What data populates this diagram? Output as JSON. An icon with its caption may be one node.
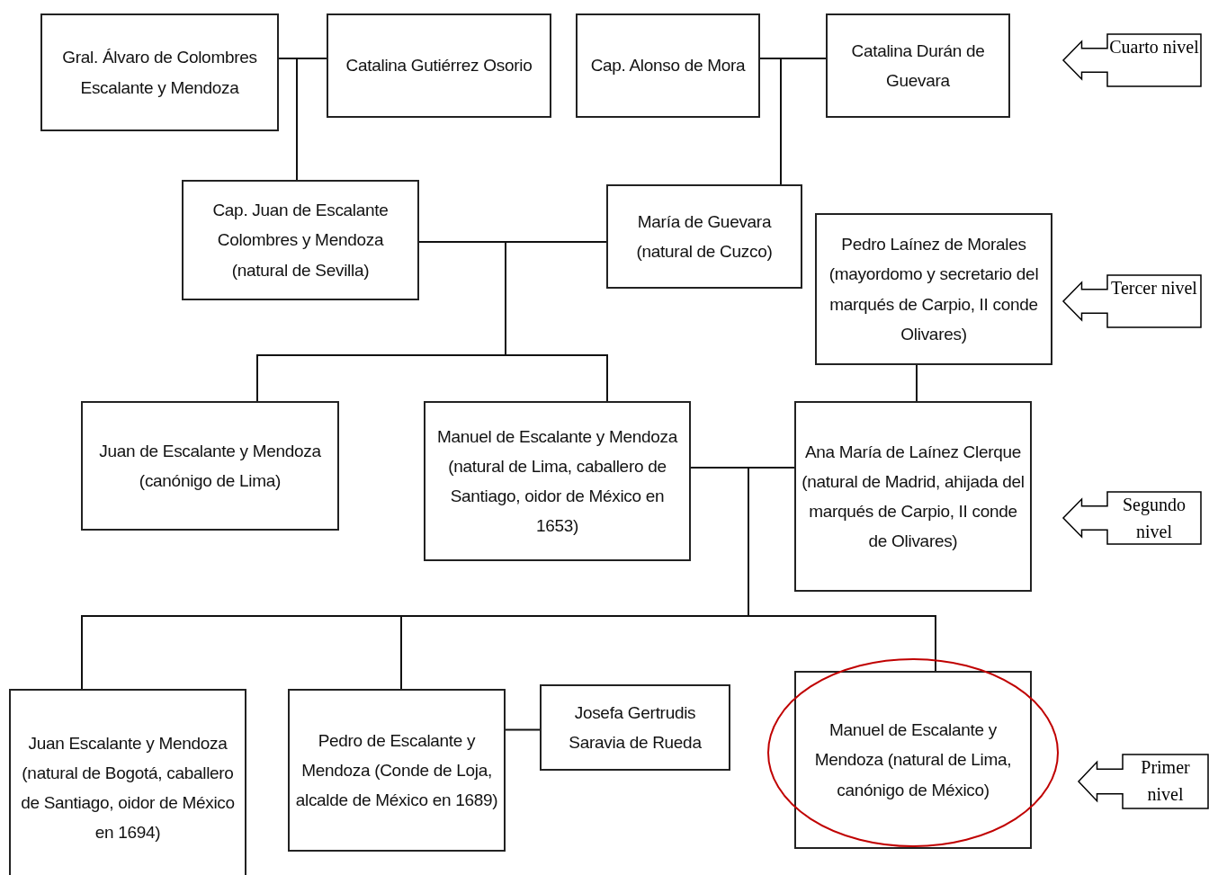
{
  "diagram": {
    "nodes": [
      {
        "text": [
          "Gral. Álvaro de Colombres Escalante y Mendoza"
        ]
      },
      {
        "text": [
          "Catalina Gutiérrez Osorio"
        ]
      },
      {
        "text": [
          "Cap. Alonso de Mora"
        ]
      },
      {
        "text": [
          "Catalina Durán de Guevara"
        ]
      },
      {
        "text": [
          "Cap. Juan de Escalante Colombres y Mendoza (natural de Sevilla)"
        ]
      },
      {
        "text": [
          "María de Guevara (natural de Cuzco)"
        ]
      },
      {
        "text": [
          "Pedro Laínez de Morales (mayordomo y secretario del marqués de Carpio, II conde Olivares)"
        ]
      },
      {
        "text": [
          "Juan de Escalante y Mendoza (canónigo de Lima)"
        ]
      },
      {
        "text": [
          "Manuel de Escalante y Mendoza (natural de Lima, caballero de Santiago, oidor de México en 1653)"
        ]
      },
      {
        "text": [
          "Ana María de Laínez Clerque (natural de Madrid, ahijada del marqués de Carpio, II conde de Olivares)"
        ]
      },
      {
        "text": [
          "Juan Escalante y Mendoza (natural de Bogotá, caballero de Santiago, oidor de México en 1694)"
        ]
      },
      {
        "text": [
          "Pedro de Escalante y Mendoza (Conde de Loja, alcalde de México en 1689)"
        ]
      },
      {
        "text": [
          "Josefa Gertrudis Saravia de Rueda"
        ]
      },
      {
        "text": [
          "Manuel de Escalante y Mendoza (natural de Lima, canónigo de México)"
        ]
      },
      {
        "text": [
          "Cuarto nivel"
        ]
      },
      {
        "text": [
          "Tercer nivel"
        ]
      },
      {
        "text": [
          "Segundo nivel"
        ]
      },
      {
        "text": [
          "Primer nivel"
        ]
      }
    ],
    "edges": [
      {
        "from": 0,
        "to": 4,
        "arrow": "none"
      },
      {
        "from": 1,
        "to": 4,
        "arrow": "none"
      },
      {
        "from": 2,
        "to": 5,
        "arrow": "none"
      },
      {
        "from": 3,
        "to": 5,
        "arrow": "none"
      },
      {
        "from": 4,
        "to": 7,
        "arrow": "none"
      },
      {
        "from": 5,
        "to": 7,
        "arrow": "none"
      },
      {
        "from": 4,
        "to": 8,
        "arrow": "none"
      },
      {
        "from": 5,
        "to": 8,
        "arrow": "none"
      },
      {
        "from": 6,
        "to": 9,
        "arrow": "none"
      },
      {
        "from": 8,
        "to": 10,
        "arrow": "none"
      },
      {
        "from": 9,
        "to": 10,
        "arrow": "none"
      },
      {
        "from": 8,
        "to": 11,
        "arrow": "none"
      },
      {
        "from": 9,
        "to": 11,
        "arrow": "none"
      },
      {
        "from": 8,
        "to": 13,
        "arrow": "none"
      },
      {
        "from": 9,
        "to": 13,
        "arrow": "none"
      },
      {
        "from": 11,
        "to": 12,
        "arrow": "none"
      }
    ]
  }
}
